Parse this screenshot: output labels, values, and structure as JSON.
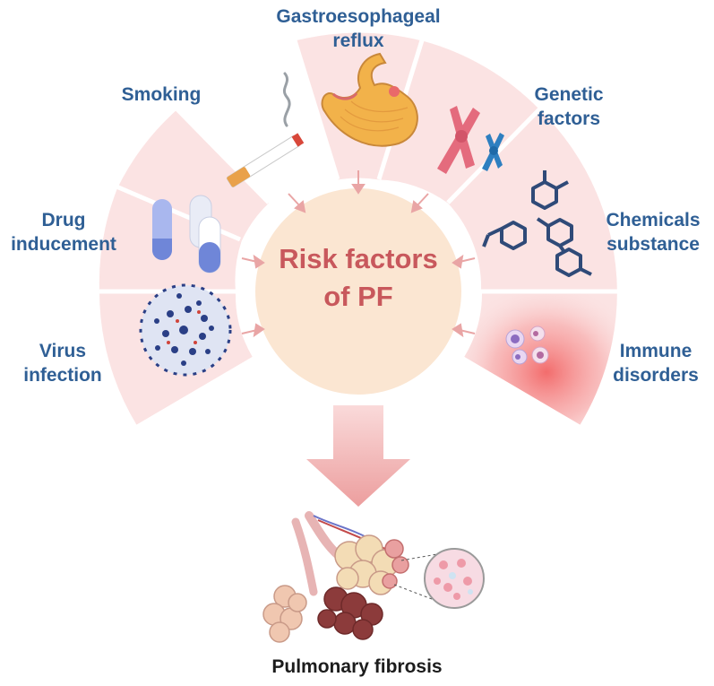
{
  "center": {
    "line1": "Risk factors",
    "line2": "of PF"
  },
  "factors": {
    "gastro": {
      "line1": "Gastroesophageal",
      "line2": "reflux"
    },
    "smoking": {
      "line1": "Smoking"
    },
    "genetic": {
      "line1": "Genetic",
      "line2": "factors"
    },
    "drug": {
      "line1": "Drug",
      "line2": "inducement"
    },
    "chemicals": {
      "line1": "Chemicals",
      "line2": "substance"
    },
    "virus": {
      "line1": "Virus",
      "line2": "infection"
    },
    "immune": {
      "line1": "Immune",
      "line2": "disorders"
    }
  },
  "outcome": {
    "label": "Pulmonary fibrosis"
  },
  "colors": {
    "segment": "#fbe3e3",
    "center_fill": "#fbe6d2",
    "arrow": "#e9a5a5",
    "label": "#2f5f95",
    "center_text": "#c8585c"
  }
}
